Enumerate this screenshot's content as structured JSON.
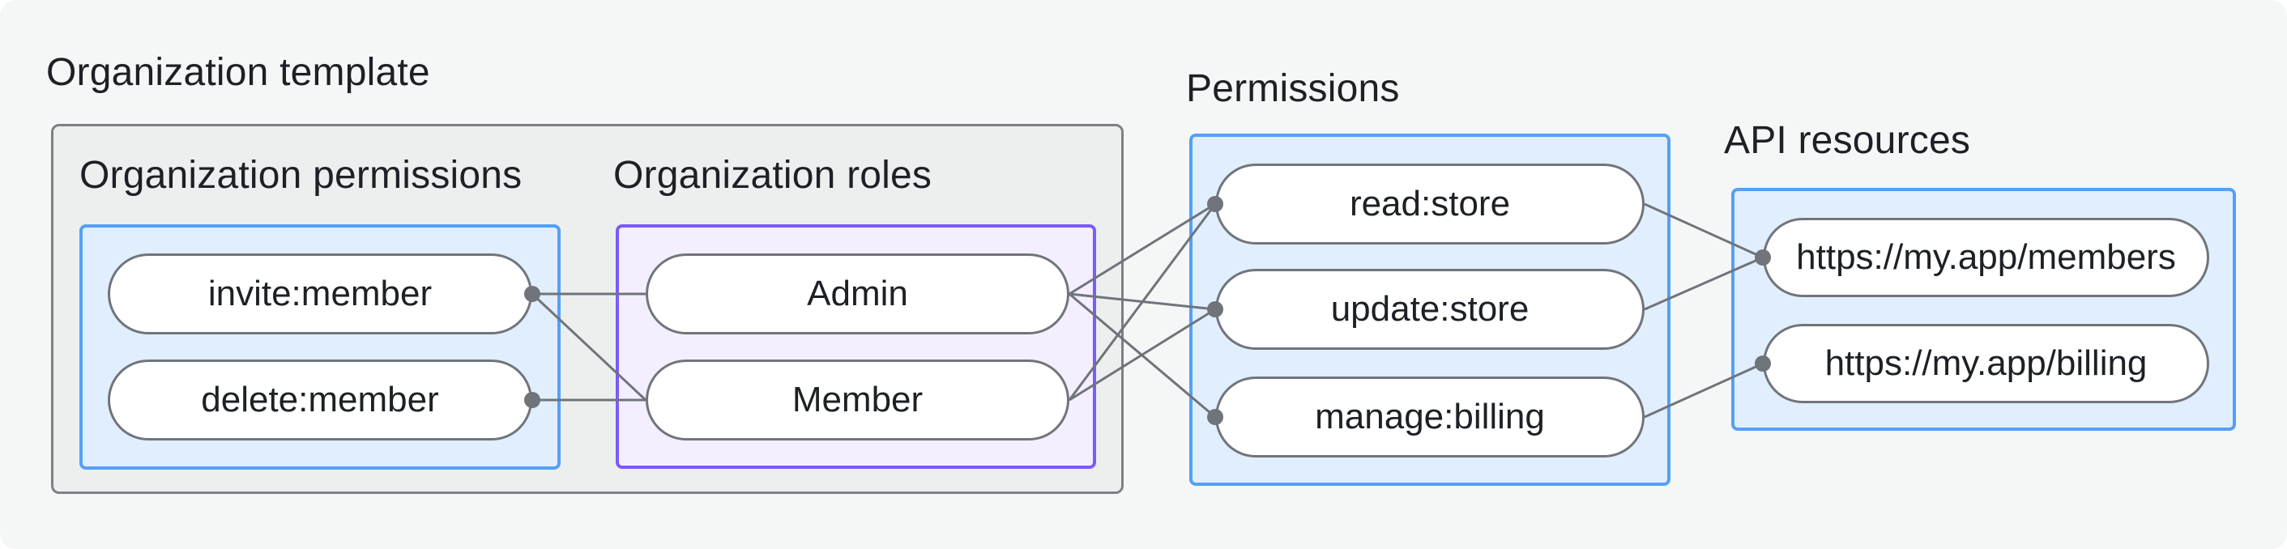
{
  "page": {
    "background_color": "#f5f6f6",
    "line_color": "#6f747a",
    "text_color": "#1d2126",
    "gray_box_bg": "#edefef",
    "gray_box_border": "#7c8186",
    "blue_box_bg": "#e1eefd",
    "blue_box_border": "#54a0f8",
    "purple_box_bg": "#f4effe",
    "purple_box_border": "#7b5bf9",
    "pill_bg": "#ffffff",
    "pill_border": "#70757b"
  },
  "labels": {
    "organization_template": "Organization template",
    "organization_permissions": "Organization permissions",
    "organization_roles": "Organization roles",
    "permissions": "Permissions",
    "api_resources": "API resources"
  },
  "nodes": [
    {
      "id": "invite-member",
      "label": "invite:member",
      "group": "organization-permissions",
      "port": "right"
    },
    {
      "id": "delete-member",
      "label": "delete:member",
      "group": "organization-permissions",
      "port": "right"
    },
    {
      "id": "admin",
      "label": "Admin",
      "group": "organization-roles"
    },
    {
      "id": "member",
      "label": "Member",
      "group": "organization-roles"
    },
    {
      "id": "read-store",
      "label": "read:store",
      "group": "permissions",
      "port": "left"
    },
    {
      "id": "update-store",
      "label": "update:store",
      "group": "permissions",
      "port": "left"
    },
    {
      "id": "manage-billing",
      "label": "manage:billing",
      "group": "permissions",
      "port": "left"
    },
    {
      "id": "members-resource",
      "label": "https://my.app/members",
      "group": "api-resources",
      "port": "left"
    },
    {
      "id": "billing-resource",
      "label": "https://my.app/billing",
      "group": "api-resources",
      "port": "left"
    }
  ],
  "edges": [
    {
      "from": "invite-member",
      "to": "admin"
    },
    {
      "from": "invite-member",
      "to": "member"
    },
    {
      "from": "delete-member",
      "to": "member"
    },
    {
      "from": "admin",
      "to": "read-store"
    },
    {
      "from": "admin",
      "to": "update-store"
    },
    {
      "from": "admin",
      "to": "manage-billing"
    },
    {
      "from": "member",
      "to": "read-store"
    },
    {
      "from": "member",
      "to": "update-store"
    },
    {
      "from": "read-store",
      "to": "members-resource"
    },
    {
      "from": "update-store",
      "to": "members-resource"
    },
    {
      "from": "manage-billing",
      "to": "billing-resource"
    }
  ]
}
